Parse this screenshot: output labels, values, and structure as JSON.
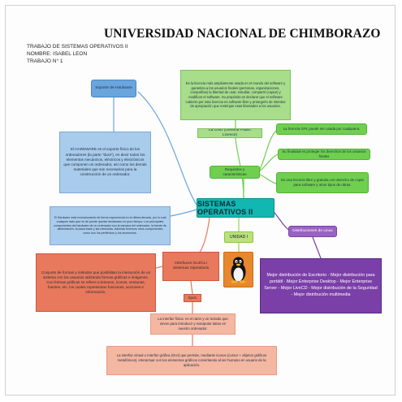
{
  "header": {
    "title": "UNIVERSIDAD NACIONAL DE CHIMBORAZO",
    "lines": [
      "TRABAJO DE SISTEMAS OPERATIVOS II",
      "NOMBRE: ISABEL LEON",
      "TRABAJO N° 1"
    ]
  },
  "central": "SISTEMAS OPERATIVOS II",
  "unidad": "UNIDAD I",
  "tux_icon": "tux-penguin-icon",
  "hardware": {
    "label": "Soporte de Hardware",
    "definition": "El HARDWARE es el soporte físico de los ordenadores (la parte \"dura\"), en decir todos los elementos mecánicos, eléctricos y electrónicos que componen un ordenador, así como los demás materiales que son necesarios para la construcción de un ordenador.",
    "detail": "El Hardware está evolucionando de forma exponencial en la última década, por lo cual cualquier dato que se dé puede quedar desfasado en poco tiempo. Los principales componentes del hardware de un ordenador son la carcasa del ordenador, la fuente de alimentación, la placa base y las memorias. Además tenemos otros componentes como son los periféricos y los accesorios."
  },
  "gnu": {
    "description": "Es la licencia más ampliamente usada en el mundo del software y garantiza a los usuarios finales (personas, organizaciones, compañías) la libertad de usar, estudiar, compartir (copiar) y modificar el software. Su propósito es declarar que el software cubierto por esta licencia es software libre y protegerlo de intentos de apropiación que restrinjan esas libertades a los usuarios.",
    "label": "La GNU (General Public Licence)",
    "requisitos": "Requisitos y características",
    "items": [
      "La licencia GPL puede ser usada por cualquiera.",
      "Su finalidad es proteger los derechos de los usuarios finales",
      "Es una licencia libre y gratuita con derecho de copia para software y otros tipos de obras."
    ]
  },
  "linux": {
    "label": "Distribuciones de Linux",
    "list": "Mejor distribución de Escritorio - Mejor distribución para portátil - Mejor Enterprise Desktop - Mejor Enterprise Server - Mejor LiveCD - Mejor distribución de la Seguridad - Mejor distribución multimedia"
  },
  "interfaces": {
    "label": "Interfaces GUI/CLI Sistemas Operativos",
    "definition": "Conjunto de formas y métodos que posibilitan la interacción de un sistema con los usuarios utilizando formas gráficas e imágenes. Con formas gráficas se refiere a botones, íconos, ventanas, fuentes, etc. los cuales representan funciones, acciones e información.",
    "tipos": "tipos",
    "fisica": "La interfaz física: es el ratón y un teclado que sirven para introducir y manipular datos en nuestro ordenador.",
    "virtual": "La interfaz virtual o interfaz gráfica (GUI) que permite, mediante iconos (cursor + objetos gráficos metafóricos), interactuar con los elementos gráficos convirtiendo al ser humano en usuario de la aplicación."
  },
  "colors": {
    "central": "#13b7b1",
    "blue": "#6aa5dd",
    "green": "#6fcf4f",
    "orange": "#e8795c",
    "purple": "#7b3fa8"
  }
}
